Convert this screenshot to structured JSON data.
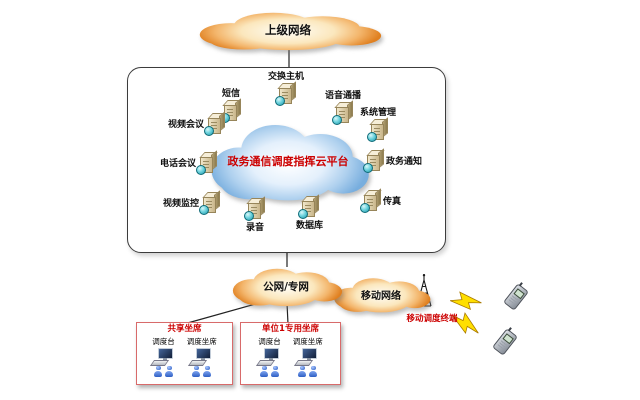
{
  "top_network": {
    "label": "上级网络"
  },
  "platform": {
    "cloud_label": "政务通信调度指挥云平台",
    "servers": [
      {
        "id": "exchange-host",
        "label": "交换主机"
      },
      {
        "id": "sms",
        "label": "短信"
      },
      {
        "id": "voice-broadcast",
        "label": "语音通播"
      },
      {
        "id": "video-conference",
        "label": "视频会议"
      },
      {
        "id": "system-management",
        "label": "系统管理"
      },
      {
        "id": "phone-conference",
        "label": "电话会议"
      },
      {
        "id": "gov-notice",
        "label": "政务通知"
      },
      {
        "id": "video-surveillance",
        "label": "视频监控"
      },
      {
        "id": "fax",
        "label": "传真"
      },
      {
        "id": "recording",
        "label": "录音"
      },
      {
        "id": "database",
        "label": "数据库"
      }
    ]
  },
  "networks": {
    "public_private": {
      "label": "公网/专网"
    },
    "mobile": {
      "label": "移动网络"
    }
  },
  "mobile_terminal": {
    "label": "移动调度终端"
  },
  "seat_groups": [
    {
      "title": "共享坐席",
      "consoles": [
        {
          "label": "调度台"
        },
        {
          "label": "调度坐席"
        }
      ]
    },
    {
      "title": "单位1专用坐席",
      "consoles": [
        {
          "label": "调度台"
        },
        {
          "label": "调度坐席"
        }
      ]
    }
  ],
  "icons": [
    "server-icon",
    "globe-icon",
    "antenna-tower-icon",
    "mobile-phone-icon",
    "lightning-bolt-icon",
    "workstation-icon",
    "person-icon",
    "cloud-shape"
  ],
  "colors": {
    "accent_red": "#cc0000",
    "cloud_orange": "#e89030",
    "cloud_blue": "#78aede",
    "bolt_yellow": "#ffdf00",
    "line_black": "#222222"
  }
}
